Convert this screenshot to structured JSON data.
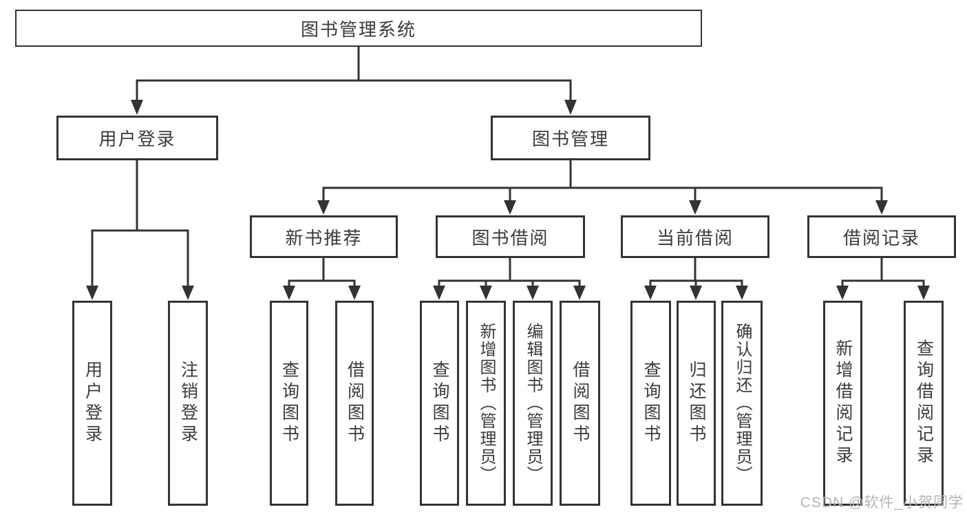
{
  "root": {
    "label": "图书管理系统"
  },
  "user_login": {
    "label": "用户登录",
    "children": [
      {
        "label": "用户登录"
      },
      {
        "label": "注销登录"
      }
    ]
  },
  "book_management": {
    "label": "图书管理",
    "sections": [
      {
        "label": "新书推荐",
        "children": [
          {
            "label": "查询图书"
          },
          {
            "label": "借阅图书"
          }
        ]
      },
      {
        "label": "图书借阅",
        "children": [
          {
            "label": "查询图书"
          },
          {
            "label": "新增图书（管理员）"
          },
          {
            "label": "编辑图书（管理员）"
          },
          {
            "label": "借阅图书"
          }
        ]
      },
      {
        "label": "当前借阅",
        "children": [
          {
            "label": "查询图书"
          },
          {
            "label": "归还图书"
          },
          {
            "label": "确认归还（管理员）"
          }
        ]
      },
      {
        "label": "借阅记录",
        "children": [
          {
            "label": "新增借阅记录"
          },
          {
            "label": "查询借阅记录"
          }
        ]
      }
    ]
  },
  "watermark": "CSDN @软件_小贺同学",
  "colors": {
    "line": "#333333",
    "box_border": "#333333",
    "text": "#3b3b3b",
    "watermark": "#b4b4b4",
    "background": "#ffffff"
  }
}
